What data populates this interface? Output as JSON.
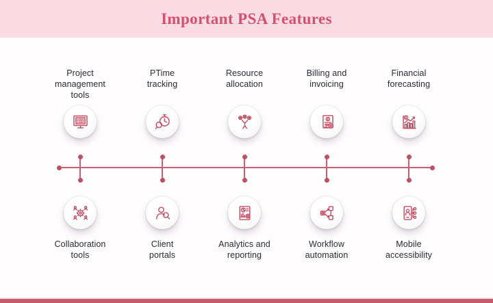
{
  "header": {
    "title": "Important PSA Features"
  },
  "colors": {
    "accent": "#c64a60",
    "title_text": "#d84f6e",
    "header_bg": "#fbdce4",
    "timeline": "#c86075",
    "footer_bar": "#c45a6c",
    "label_text": "#2b2a35",
    "body_bg": "#fffdfe"
  },
  "features": {
    "top": [
      {
        "label": "Project\nmanagement\ntools",
        "icon": "monitor-list-icon"
      },
      {
        "label": "PTime\ntracking",
        "icon": "stopwatch-magnifier-icon"
      },
      {
        "label": "Resource\nallocation",
        "icon": "person-gears-icon"
      },
      {
        "label": "Billing and\ninvoicing",
        "icon": "invoice-coin-icon"
      },
      {
        "label": "Financial\nforecasting",
        "icon": "bar-chart-trend-icon"
      }
    ],
    "bottom": [
      {
        "label": "Collaboration\ntools",
        "icon": "team-gear-icon"
      },
      {
        "label": "Client\nportals",
        "icon": "person-magnifier-icon"
      },
      {
        "label": "Analytics and\nreporting",
        "icon": "report-chart-gear-icon"
      },
      {
        "label": "Workflow\nautomation",
        "icon": "flowchart-automation-icon"
      },
      {
        "label": "Mobile\naccessibility",
        "icon": "smartphone-network-icon"
      }
    ]
  }
}
